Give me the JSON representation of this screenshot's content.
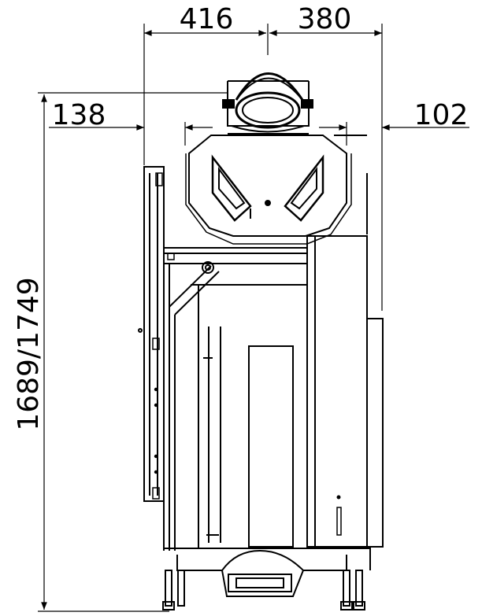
{
  "dimensions": {
    "top_left_width": "416",
    "top_right_width": "380",
    "left_offset": "138",
    "right_offset": "102",
    "overall_height": "1689/1749"
  },
  "colors": {
    "line": "#000000",
    "background": "#ffffff"
  }
}
